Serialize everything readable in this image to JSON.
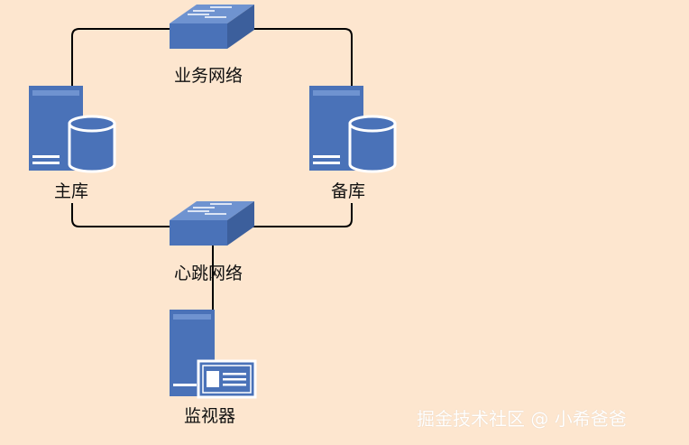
{
  "labels": {
    "business_network": "业务网络",
    "heartbeat_network": "心跳网络",
    "primary_db": "主库",
    "standby_db": "备库",
    "monitor": "监视器"
  },
  "watermark": "掘金技术社区 @ 小希爸爸",
  "colors": {
    "background": "#fde6cf",
    "device_blue": "#4a72b8",
    "device_dark": "#3c5f9c",
    "device_light": "#6f93d0",
    "line": "#000000"
  },
  "icons": {
    "switch": "network-switch-icon",
    "server_db": "database-server-icon",
    "monitor": "monitor-server-icon"
  }
}
